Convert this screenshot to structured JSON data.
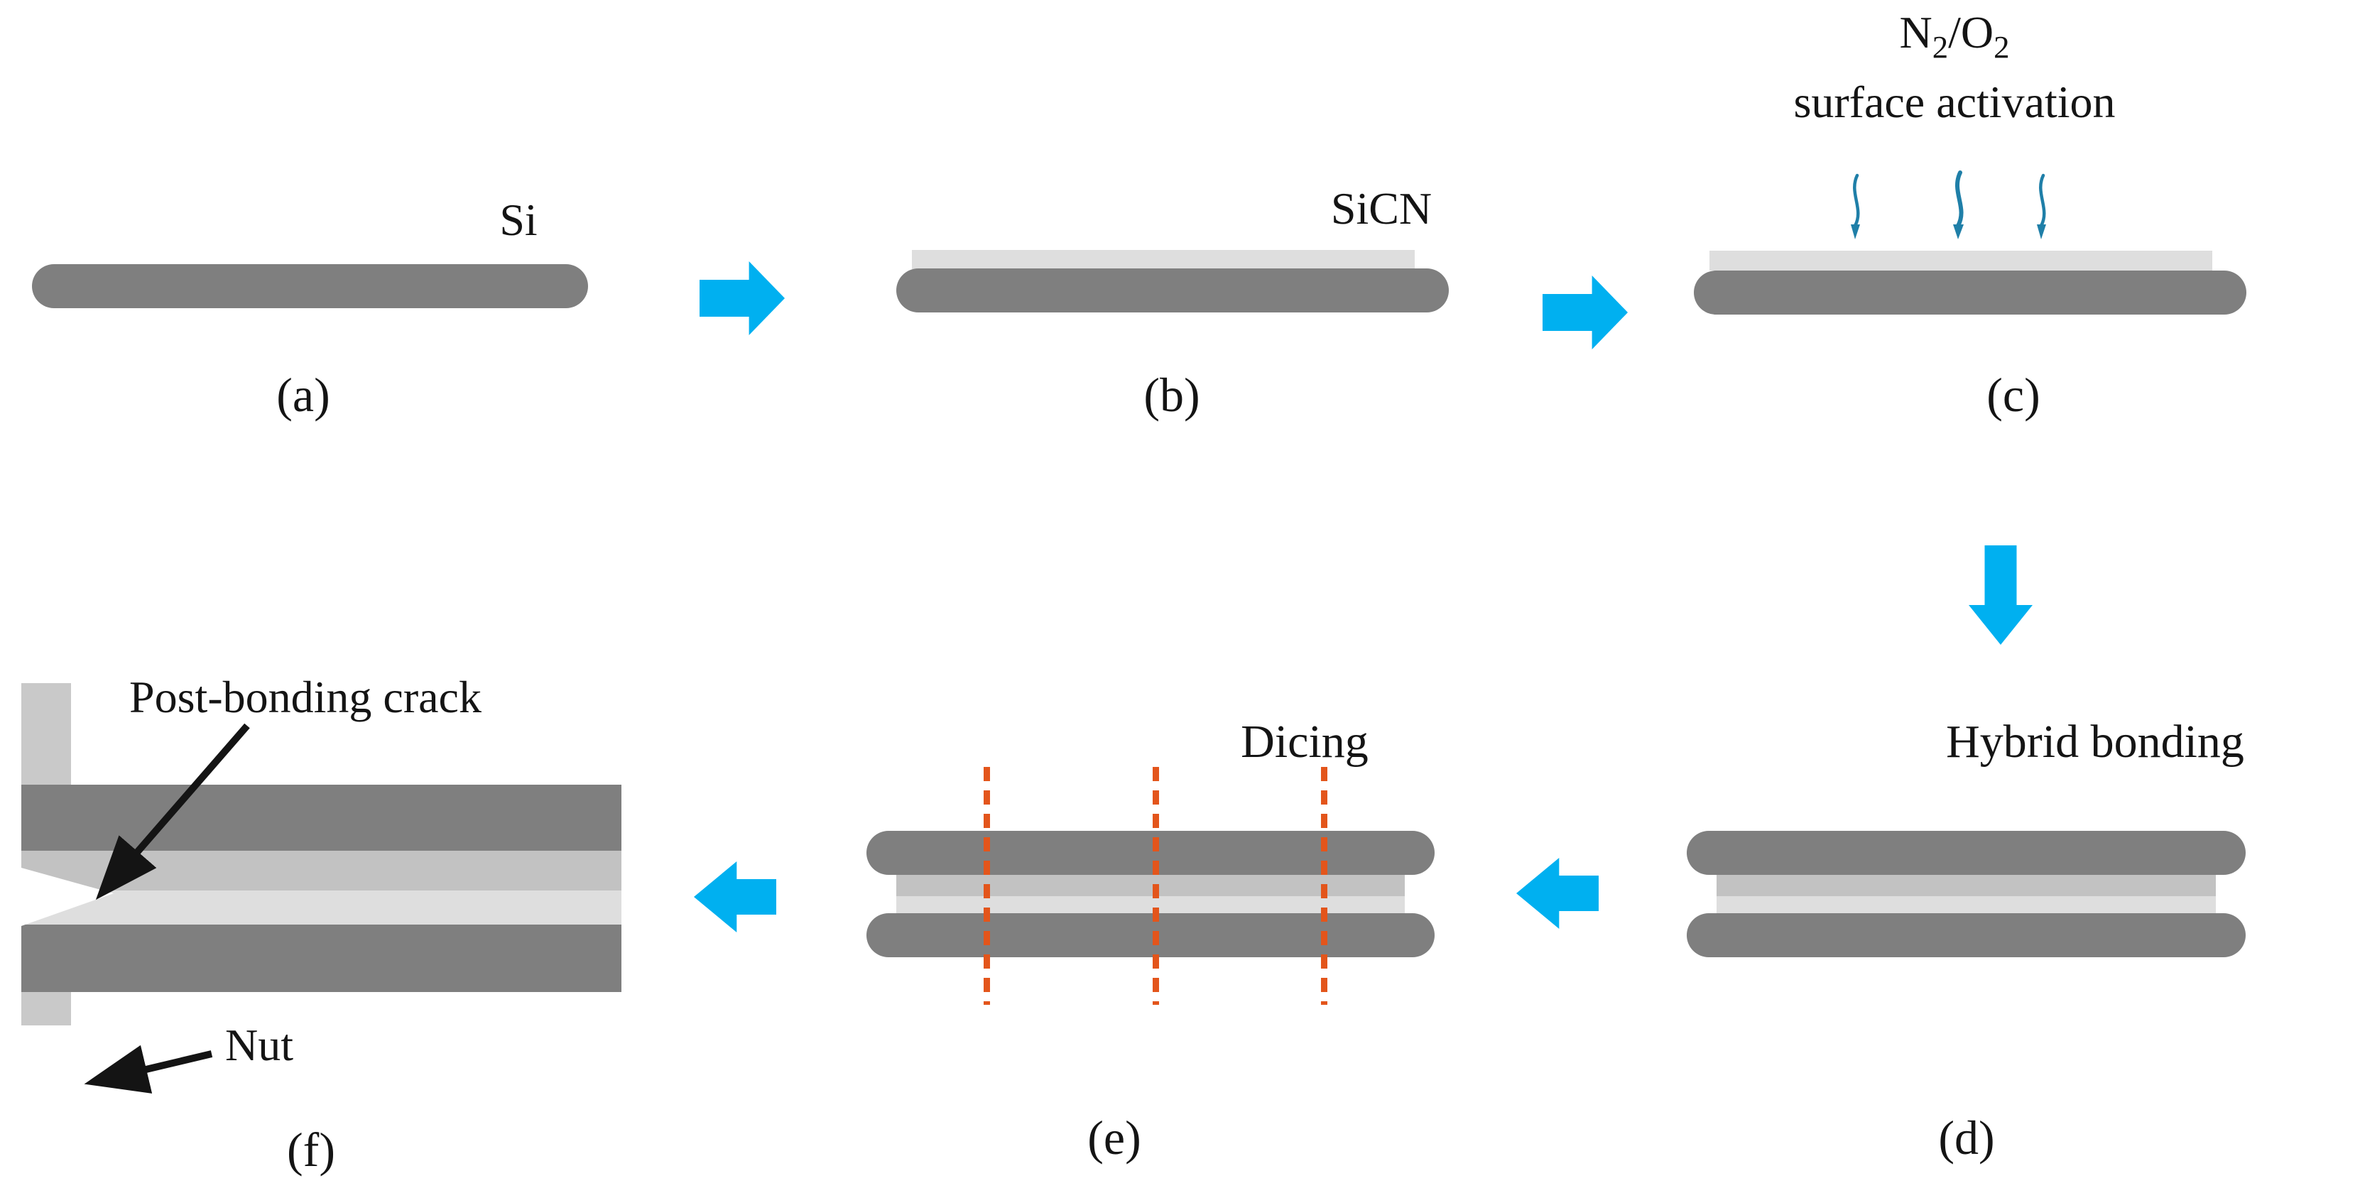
{
  "figure": {
    "description_labels": {
      "si": "Si",
      "sicn": "SiCN",
      "gas_n": "N",
      "gas_n_sub": "2",
      "gas_slash_o": "/O",
      "gas_o_sub": "2",
      "activation": "surface activation",
      "hybrid_bonding": "Hybrid bonding",
      "dicing": "Dicing",
      "crack": "Post-bonding crack",
      "nut": "Nut"
    },
    "panel_letters": {
      "a": "(a)",
      "b": "(b)",
      "c": "(c)",
      "d": "(d)",
      "e": "(e)",
      "f": "(f)"
    }
  },
  "icons": {
    "flow_arrow_right": "cyan block arrow pointing right (css clip-path)",
    "flow_arrow_left": "cyan block arrow pointing left (css clip-path)",
    "flow_arrow_down": "cyan block arrow pointing down (css clip-path)",
    "plasma_arrow": "teal wavy arrow pointing down onto wafer (svg)",
    "annotation_arrow": "black straight callout arrow (svg)"
  },
  "colors": {
    "bg": "#ffffff",
    "ink": "#141414",
    "si": "#7f7f7f",
    "sicn_light": "#dedede",
    "sicn_mid": "#c2c2c2",
    "nut": "#c9c9c9",
    "flow": "#00b0f0",
    "plasma": "#1f7fa8",
    "dice": "#e3551b"
  }
}
